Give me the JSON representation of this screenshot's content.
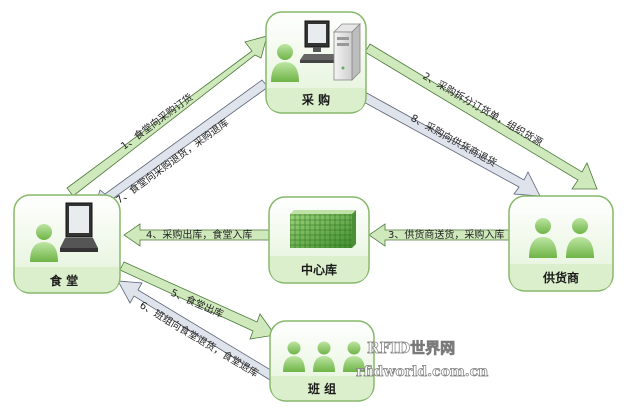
{
  "nodes": {
    "purchasing": "采 购",
    "canteen": "食 堂",
    "central_warehouse": "中心库",
    "supplier": "供货商",
    "team": "班 组"
  },
  "edges": {
    "e1": "1、食堂向采购订货",
    "e2": "2、采购拆分订货单，组织货源",
    "e3": "3、供货商送货，采购入库",
    "e4": "4、采购出库，食堂入库",
    "e5": "5、食堂出库",
    "e6": "6、班组向食堂退货，食堂退库",
    "e7": "7、食堂向采购退货，采购退库",
    "e8": "8、采购向供货商退货"
  },
  "watermark": {
    "line1": "RFID世界网",
    "line2": "rfidworld.com.cn"
  },
  "colors": {
    "node_fill_top": "#ffffff",
    "node_fill_bottom": "#dff0d2",
    "node_border": "#86b86a",
    "label_band": "#dcefcc",
    "arrow_green": "#cfe9bd",
    "arrow_gray": "#dfe3ec",
    "arrow_stroke": "#4d7a3a",
    "person": "#8fcc6a"
  }
}
